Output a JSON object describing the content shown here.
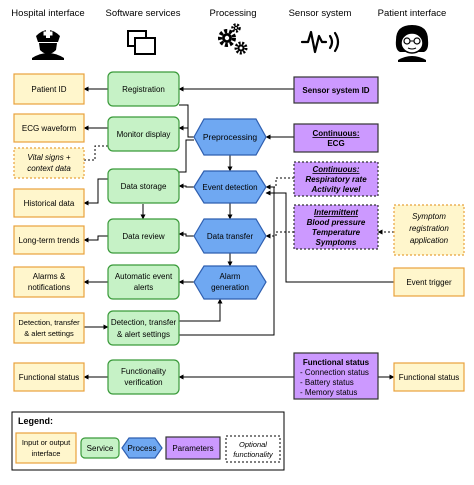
{
  "headers": [
    "Hospital interface",
    "Software services",
    "Processing",
    "Sensor system",
    "Patient interface"
  ],
  "io": {
    "patient_id": "Patient ID",
    "ecg_waveform": "ECG waveform",
    "vital_signs": [
      "Vital signs +",
      "context data"
    ],
    "historical_data": "Historical data",
    "long_term_trends": "Long-term trends",
    "alarms_notifications": [
      "Alarms &",
      "notifications"
    ],
    "detection_settings": [
      "Detection, transfer",
      "& alert settings"
    ],
    "functional_status_left": "Functional status",
    "symptom_registration": [
      "Symptom",
      "registration",
      "application"
    ],
    "event_trigger": "Event trigger",
    "functional_status_right": "Functional status"
  },
  "services": {
    "registration": "Registration",
    "monitor_display": "Monitor display",
    "data_storage": "Data storage",
    "data_review": "Data review",
    "automatic_event_alerts": [
      "Automatic event",
      "alerts"
    ],
    "detection_transfer_alert": [
      "Detection, transfer",
      "& alert settings"
    ],
    "functionality_verification": [
      "Functionality",
      "verification"
    ]
  },
  "processes": {
    "preprocessing": "Preprocessing",
    "event_detection": "Event detection",
    "data_transfer": "Data transfer",
    "alarm_generation": [
      "Alarm",
      "generation"
    ]
  },
  "parameters": {
    "sensor_system_id": "Sensor  system ID",
    "continuous_ecg": [
      "Continuous:",
      "ECG"
    ],
    "continuous_resp": [
      "Continuous:",
      "Respiratory rate",
      "Activity level"
    ],
    "intermittent": [
      "Intermittent",
      "Blood pressure",
      "Temperature",
      "Symptoms"
    ],
    "functional_status": [
      "Functional status",
      "- Connection status",
      "- Battery status",
      "- Memory status"
    ]
  },
  "legend": {
    "title": "Legend:",
    "io": [
      "Input or output",
      "interface"
    ],
    "service": "Service",
    "process": "Process",
    "parameters": "Parameters",
    "optional": [
      "Optional",
      "functionality"
    ]
  },
  "colors": {
    "io_fill": "#FFF6CC",
    "io_stroke": "#E8A23C",
    "service_fill": "#C6F2C6",
    "service_stroke": "#3A9A3A",
    "process_fill": "#6FA8F2",
    "process_stroke": "#2F5FB0",
    "param_fill": "#CC99FF",
    "param_stroke": "#333333"
  },
  "icons": [
    "nurse-icon",
    "windows-icon",
    "gears-icon",
    "ecg-sensor-icon",
    "patient-icon"
  ]
}
